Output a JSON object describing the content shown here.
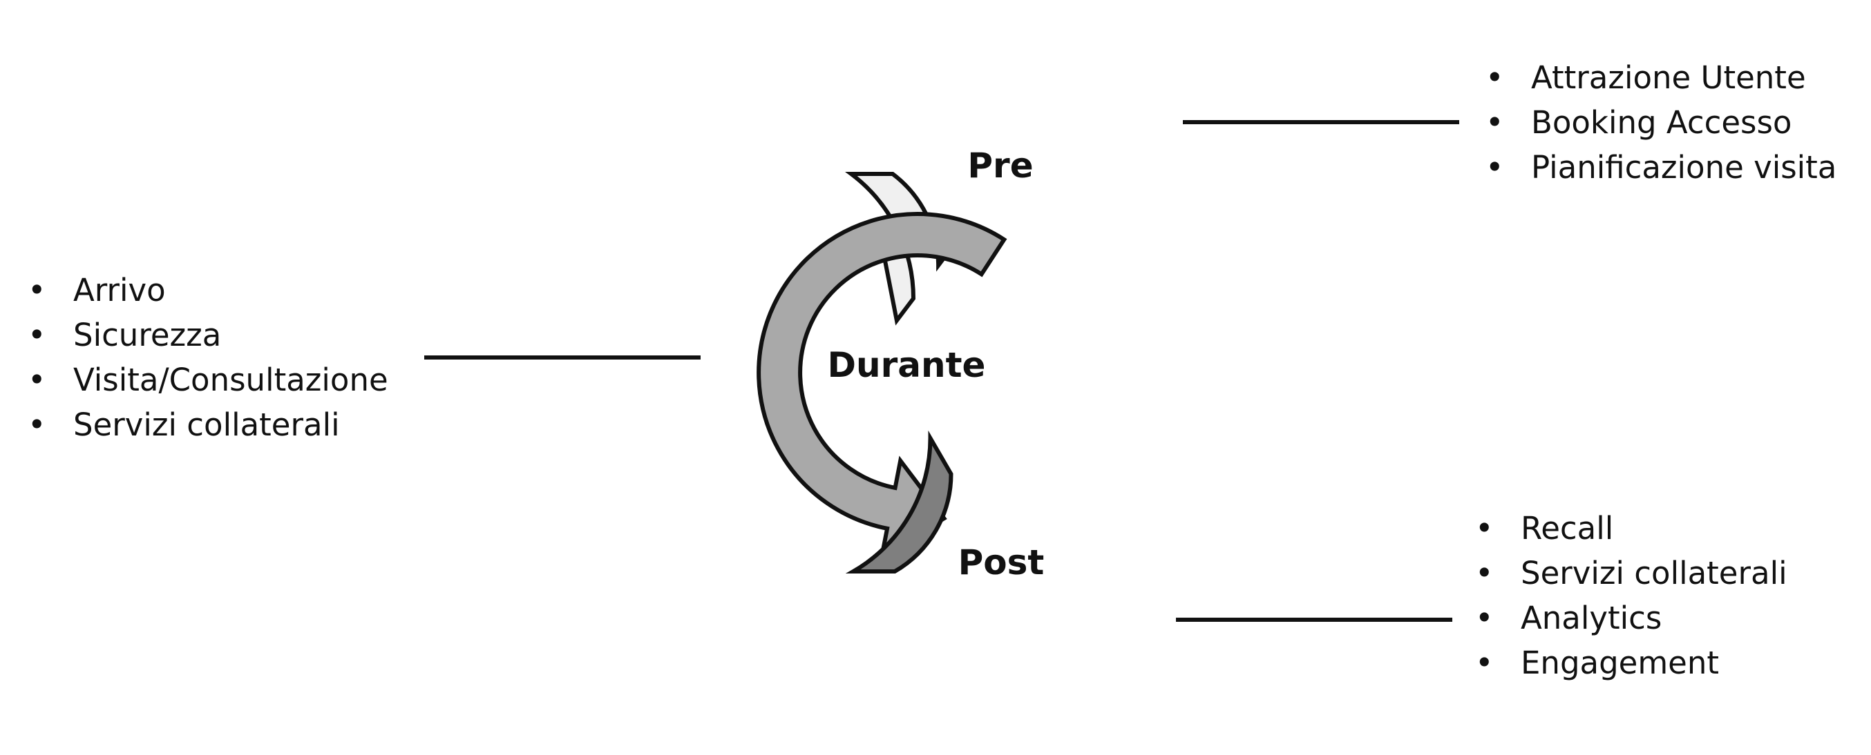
{
  "stages": [
    {
      "id": "pre",
      "label": "Pre",
      "fill": "#f0f0f0",
      "items": [
        "Attrazione Utente",
        "Booking Accesso",
        "Pianificazione visita"
      ]
    },
    {
      "id": "durante",
      "label": "Durante",
      "fill": "#a9a9a9",
      "items": [
        "Arrivo",
        "Sicurezza",
        "Visita/Consultazione",
        "Servizi collaterali"
      ]
    },
    {
      "id": "post",
      "label": "Post",
      "fill": "#7f7f7f",
      "items": [
        "Recall",
        "Servizi collaterali",
        "Analytics",
        "Engagement"
      ]
    }
  ],
  "outline_color": "#111111"
}
